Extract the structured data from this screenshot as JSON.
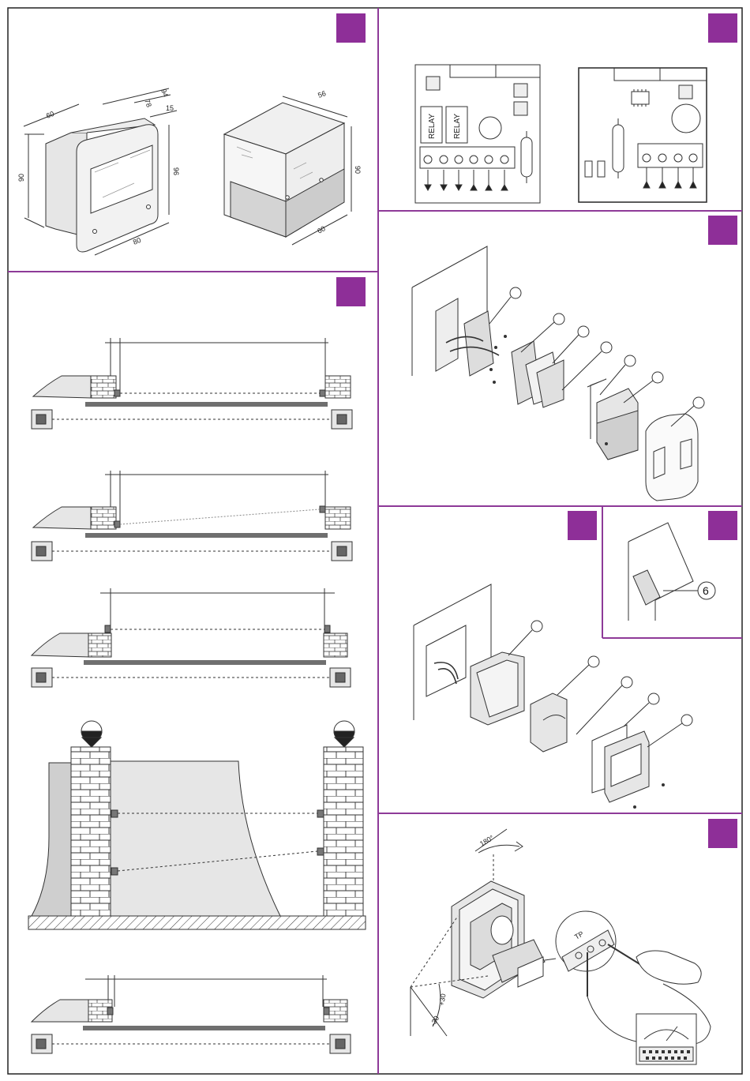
{
  "colors": {
    "frame": "#222222",
    "divider": "#8e3a98",
    "badge": "#8e2f98",
    "line": "#333333",
    "fill_light": "#e6e6e6",
    "fill_mid": "#cfcfcf",
    "bar": "#6f6f6f"
  },
  "fig1": {
    "dims": {
      "d60_top": "60",
      "d94": "94",
      "d78": "78",
      "d15": "15",
      "d90_left": "90",
      "d96": "96",
      "d80_bottom": "80",
      "d56": "56",
      "d90_right": "90",
      "d60_bottom": "60"
    }
  },
  "fig2": {
    "relay_label_1": "RELAY",
    "relay_label_2": "RELAY"
  },
  "fig5": {
    "callout": "6"
  },
  "fig6": {
    "angle_180": "180°",
    "angle_plus30": "+30",
    "angle_minus30": "-30",
    "tp_label": "TP"
  },
  "icons": [
    "badge-square-icon",
    "sensor-icon",
    "brick-pillar-icon",
    "lamp-globe-icon",
    "screw-icon",
    "terminal-icon",
    "multimeter-icon",
    "hand-icon"
  ]
}
